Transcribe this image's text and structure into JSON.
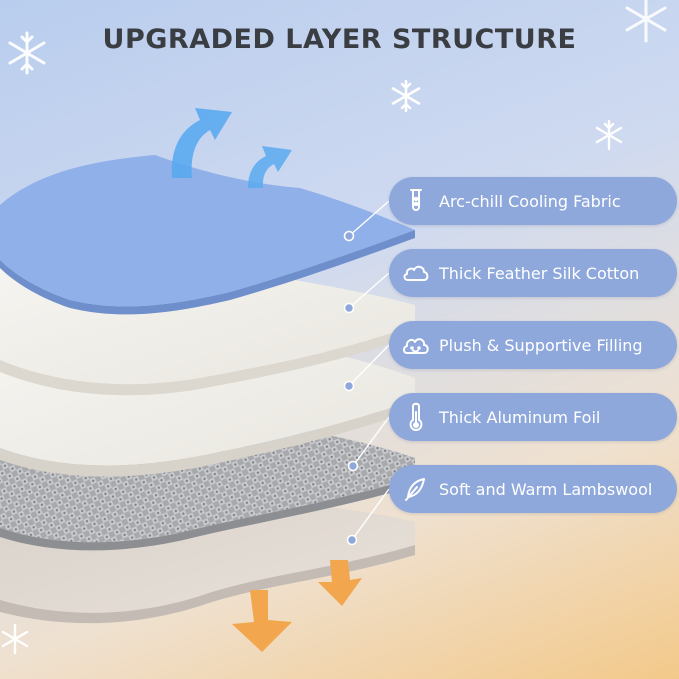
{
  "title": "UPGRADED LAYER STRUCTURE",
  "colors": {
    "pill": "#8fa8dc",
    "cooling_layer": "#8fb0e8",
    "arrow_cool": "#5aaaf0",
    "arrow_warm": "#f2a64e"
  },
  "layers": [
    {
      "label": "Arc-chill Cooling Fabric",
      "icon": "test-tube-icon"
    },
    {
      "label": "Thick Feather Silk Cotton",
      "icon": "cloud-icon"
    },
    {
      "label": "Plush & Supportive Filling",
      "icon": "cloud-face-icon"
    },
    {
      "label": "Thick Aluminum Foil",
      "icon": "thermometer-icon"
    },
    {
      "label": "Soft and Warm Lambswool",
      "icon": "feather-icon"
    }
  ]
}
